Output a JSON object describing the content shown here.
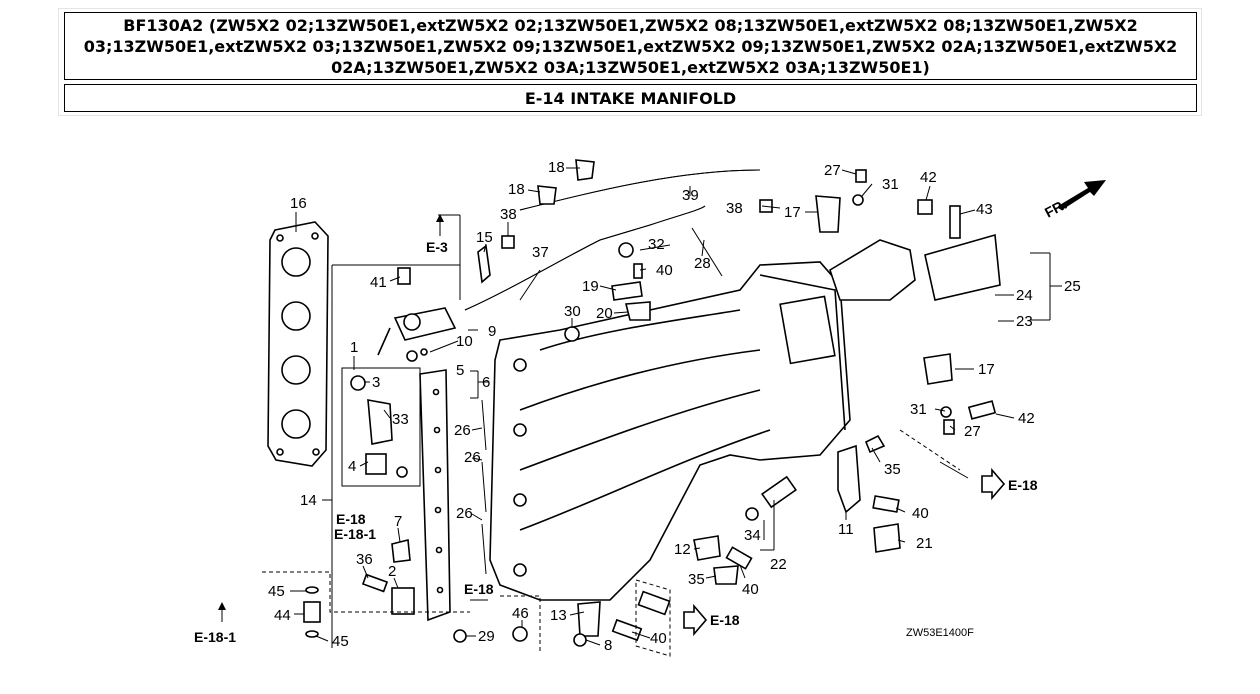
{
  "header": {
    "title": "BF130A2 (ZW5X2 02;13ZW50E1,extZW5X2 02;13ZW50E1,ZW5X2 08;13ZW50E1,extZW5X2 08;13ZW50E1,ZW5X2 03;13ZW50E1,extZW5X2 03;13ZW50E1,ZW5X2 09;13ZW50E1,extZW5X2 09;13ZW50E1,ZW5X2 02A;13ZW50E1,extZW5X2 02A;13ZW50E1,ZW5X2 03A;13ZW50E1,extZW5X2 03A;13ZW50E1)",
    "section": "E-14 INTAKE MANIFOLD"
  },
  "diagram": {
    "front_marker": "FR.",
    "drawing_code": "ZW53E1400F",
    "refs": {
      "e3": "E-3",
      "e18_a": "E-18",
      "e18_1_a": "E-18-1",
      "e18_b": "E-18",
      "e18_c": "E-18",
      "e18_d": "E-18",
      "e18_1_b": "E-18-1"
    },
    "parts": {
      "p1": "1",
      "p2": "2",
      "p3": "3",
      "p4": "4",
      "p5": "5",
      "p6": "6",
      "p7": "7",
      "p8": "8",
      "p9": "9",
      "p10": "10",
      "p11": "11",
      "p12": "12",
      "p13": "13",
      "p14": "14",
      "p15": "15",
      "p16": "16",
      "p17a": "17",
      "p17b": "17",
      "p18a": "18",
      "p18b": "18",
      "p19": "19",
      "p20": "20",
      "p21": "21",
      "p22": "22",
      "p23": "23",
      "p24": "24",
      "p25": "25",
      "p26a": "26",
      "p26b": "26",
      "p26c": "26",
      "p27a": "27",
      "p27b": "27",
      "p28": "28",
      "p29": "29",
      "p30": "30",
      "p31a": "31",
      "p31b": "31",
      "p32": "32",
      "p33": "33",
      "p34": "34",
      "p35a": "35",
      "p35b": "35",
      "p36": "36",
      "p37": "37",
      "p38a": "38",
      "p38b": "38",
      "p39": "39",
      "p40a": "40",
      "p40b": "40",
      "p40c": "40",
      "p40d": "40",
      "p41": "41",
      "p42a": "42",
      "p42b": "42",
      "p43": "43",
      "p44": "44",
      "p45a": "45",
      "p45b": "45",
      "p46": "46"
    }
  }
}
